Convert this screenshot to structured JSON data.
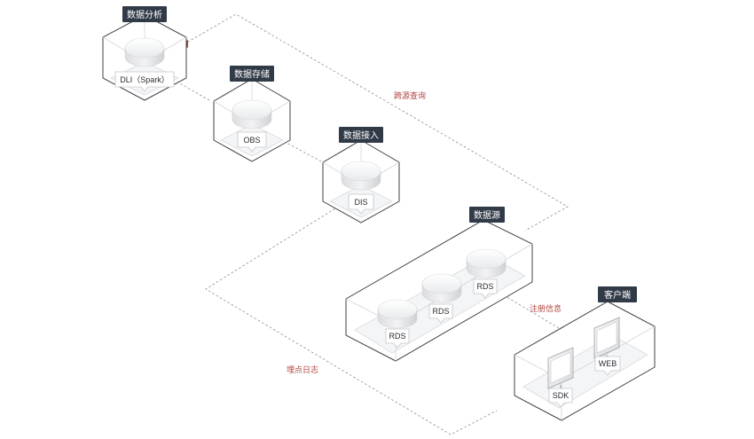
{
  "groups": {
    "analysis": {
      "title": "数据分析",
      "node": "DLI（Spark）"
    },
    "storage": {
      "title": "数据存储",
      "node": "OBS"
    },
    "ingest": {
      "title": "数据接入",
      "node": "DIS"
    },
    "source": {
      "title": "数据源",
      "nodes": [
        "RDS",
        "RDS",
        "RDS"
      ]
    },
    "client": {
      "title": "客户端",
      "nodes": [
        "SDK",
        "WEB"
      ]
    }
  },
  "flows": {
    "cross_source_query": "跨源查询",
    "tracking_log": "埋点日志",
    "registration_info": "注册信息"
  },
  "colors": {
    "title_bg": "#313a47",
    "flow_label": "#b0453f",
    "arrow": "#b0453f",
    "frame": "#3d4046"
  }
}
